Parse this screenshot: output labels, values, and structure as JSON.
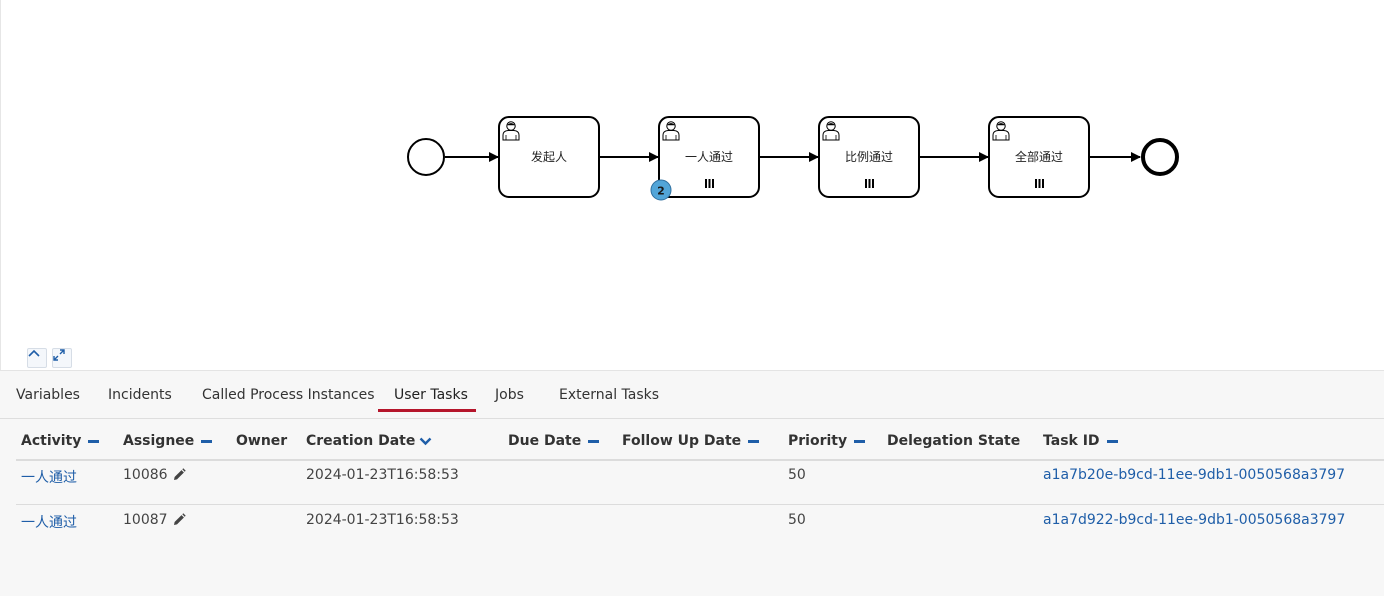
{
  "diagram": {
    "tasks": [
      {
        "label": "发起人",
        "multi_instance": false
      },
      {
        "label": "一人通过",
        "multi_instance": true,
        "badge": "2"
      },
      {
        "label": "比例通过",
        "multi_instance": true
      },
      {
        "label": "全部通过",
        "multi_instance": true
      }
    ],
    "icons": {
      "collapse": "chevron-up-icon",
      "fullscreen": "expand-icon",
      "user_task": "user-icon",
      "multi_instance": "parallel-marker-icon"
    }
  },
  "tabs": [
    {
      "label": "Variables"
    },
    {
      "label": "Incidents"
    },
    {
      "label": "Called Process Instances"
    },
    {
      "label": "User Tasks",
      "active": true
    },
    {
      "label": "Jobs"
    },
    {
      "label": "External Tasks"
    }
  ],
  "table": {
    "columns": [
      {
        "label": "Activity",
        "sort": "none"
      },
      {
        "label": "Assignee",
        "sort": "none"
      },
      {
        "label": "Owner",
        "sort": null
      },
      {
        "label": "Creation Date",
        "sort": "desc"
      },
      {
        "label": "Due Date",
        "sort": "none"
      },
      {
        "label": "Follow Up Date",
        "sort": "none"
      },
      {
        "label": "Priority",
        "sort": "none"
      },
      {
        "label": "Delegation State",
        "sort": null
      },
      {
        "label": "Task ID",
        "sort": "none"
      }
    ],
    "rows": [
      {
        "activity": "一人通过",
        "assignee": "10086",
        "owner": "",
        "creation_date": "2024-01-23T16:58:53",
        "due_date": "",
        "follow_up_date": "",
        "priority": "50",
        "delegation_state": "",
        "task_id": "a1a7b20e-b9cd-11ee-9db1-0050568a3797"
      },
      {
        "activity": "一人通过",
        "assignee": "10087",
        "owner": "",
        "creation_date": "2024-01-23T16:58:53",
        "due_date": "",
        "follow_up_date": "",
        "priority": "50",
        "delegation_state": "",
        "task_id": "a1a7d922-b9cd-11ee-9db1-0050568a3797"
      }
    ]
  },
  "colors": {
    "accent_red": "#b5152b",
    "link_blue": "#1f5ea8",
    "badge_blue": "#52a5d8"
  }
}
